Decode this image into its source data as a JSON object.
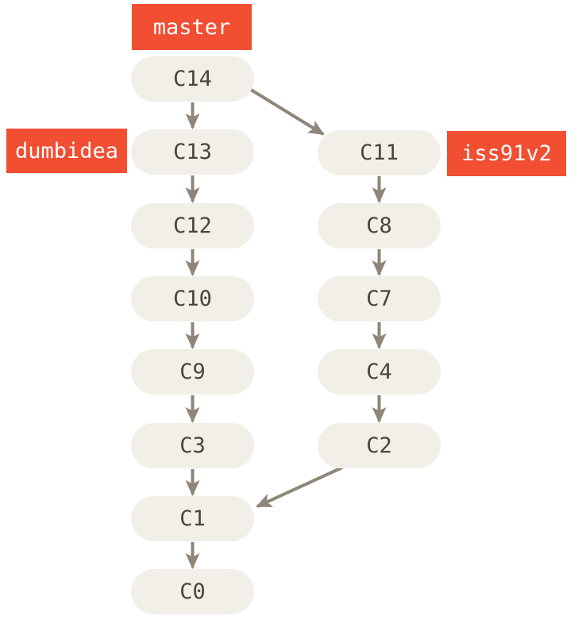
{
  "diagram": {
    "title": "git commit history graph",
    "colors": {
      "background": "#ffffff",
      "branch_label_bg": "#f14e32",
      "branch_label_text": "#ffffff",
      "node_fill": "#f1efe7",
      "node_text": "#49443c",
      "arrow": "#8e8678"
    },
    "branches": [
      {
        "name": "master",
        "points_to": "C14"
      },
      {
        "name": "dumbidea",
        "points_to": "C13"
      },
      {
        "name": "iss91v2",
        "points_to": "C11"
      }
    ],
    "commits": [
      {
        "label": "C14"
      },
      {
        "label": "C13"
      },
      {
        "label": "C12"
      },
      {
        "label": "C10"
      },
      {
        "label": "C9"
      },
      {
        "label": "C3"
      },
      {
        "label": "C1"
      },
      {
        "label": "C0"
      },
      {
        "label": "C11"
      },
      {
        "label": "C8"
      },
      {
        "label": "C7"
      },
      {
        "label": "C4"
      },
      {
        "label": "C2"
      }
    ],
    "edges": [
      {
        "from": "C14",
        "to": "C13"
      },
      {
        "from": "C13",
        "to": "C12"
      },
      {
        "from": "C12",
        "to": "C10"
      },
      {
        "from": "C10",
        "to": "C9"
      },
      {
        "from": "C9",
        "to": "C3"
      },
      {
        "from": "C3",
        "to": "C1"
      },
      {
        "from": "C1",
        "to": "C0"
      },
      {
        "from": "C14",
        "to": "C11"
      },
      {
        "from": "C11",
        "to": "C8"
      },
      {
        "from": "C8",
        "to": "C7"
      },
      {
        "from": "C7",
        "to": "C4"
      },
      {
        "from": "C4",
        "to": "C2"
      },
      {
        "from": "C2",
        "to": "C1"
      }
    ]
  }
}
